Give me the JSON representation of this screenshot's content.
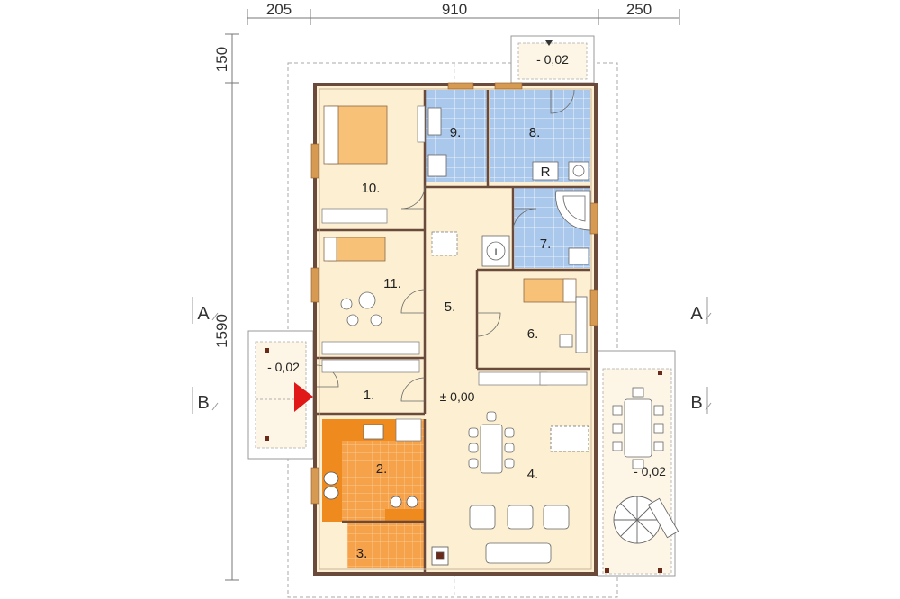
{
  "dimensions": {
    "top_left": "205",
    "top_center": "910",
    "top_right": "250",
    "left_upper": "150",
    "left_main": "1590"
  },
  "section_marks": {
    "a_left": "A",
    "a_right": "A",
    "b_left": "B",
    "b_right": "B"
  },
  "levels": {
    "top_porch": "- 0,02",
    "entrance_porch": "- 0,02",
    "terrace": "- 0,02",
    "floor": "± 0,00"
  },
  "rooms": {
    "r1": "1.",
    "r2": "2.",
    "r3": "3.",
    "r4": "4.",
    "r5": "5.",
    "r6": "6.",
    "r7": "7.",
    "r8": "8.",
    "r9": "9.",
    "r10": "10.",
    "r11": "11."
  },
  "fixture_labels": {
    "radiator": "R",
    "washer": "I"
  },
  "colors": {
    "floor_light": "#fdf0d2",
    "bath_tile": "#a9c8ec",
    "kitchen_tile": "#f6a24a",
    "kitchen_counter": "#ef8a1e",
    "bed": "#f7c277",
    "window": "#d69a52",
    "wall": "#6a4a3a",
    "entrance_arrow": "#e01818"
  }
}
